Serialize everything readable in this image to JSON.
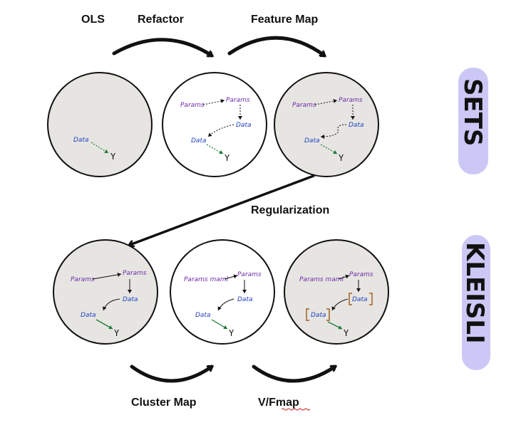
{
  "labels": {
    "ols": "OLS",
    "refactor": "Refactor",
    "feature_map": "Feature Map",
    "regularization": "Regularization",
    "cluster_map": "Cluster Map",
    "vfmap": "V/Fmap"
  },
  "side_labels": {
    "top": "SETS",
    "bottom": "KLEISLI"
  },
  "nodes": {
    "params": "Params",
    "params_maml": "Params maml",
    "data": "Data",
    "output": "Y"
  },
  "colors": {
    "circle_gray": "#e6e5e1",
    "circle_white": "#ffffff",
    "highlight": "#ccc8f5",
    "params_text": "#6a2aa8",
    "data_text": "#1f3fbf",
    "green_arrow": "#1e7a3a",
    "bracket": "#a0602a"
  }
}
